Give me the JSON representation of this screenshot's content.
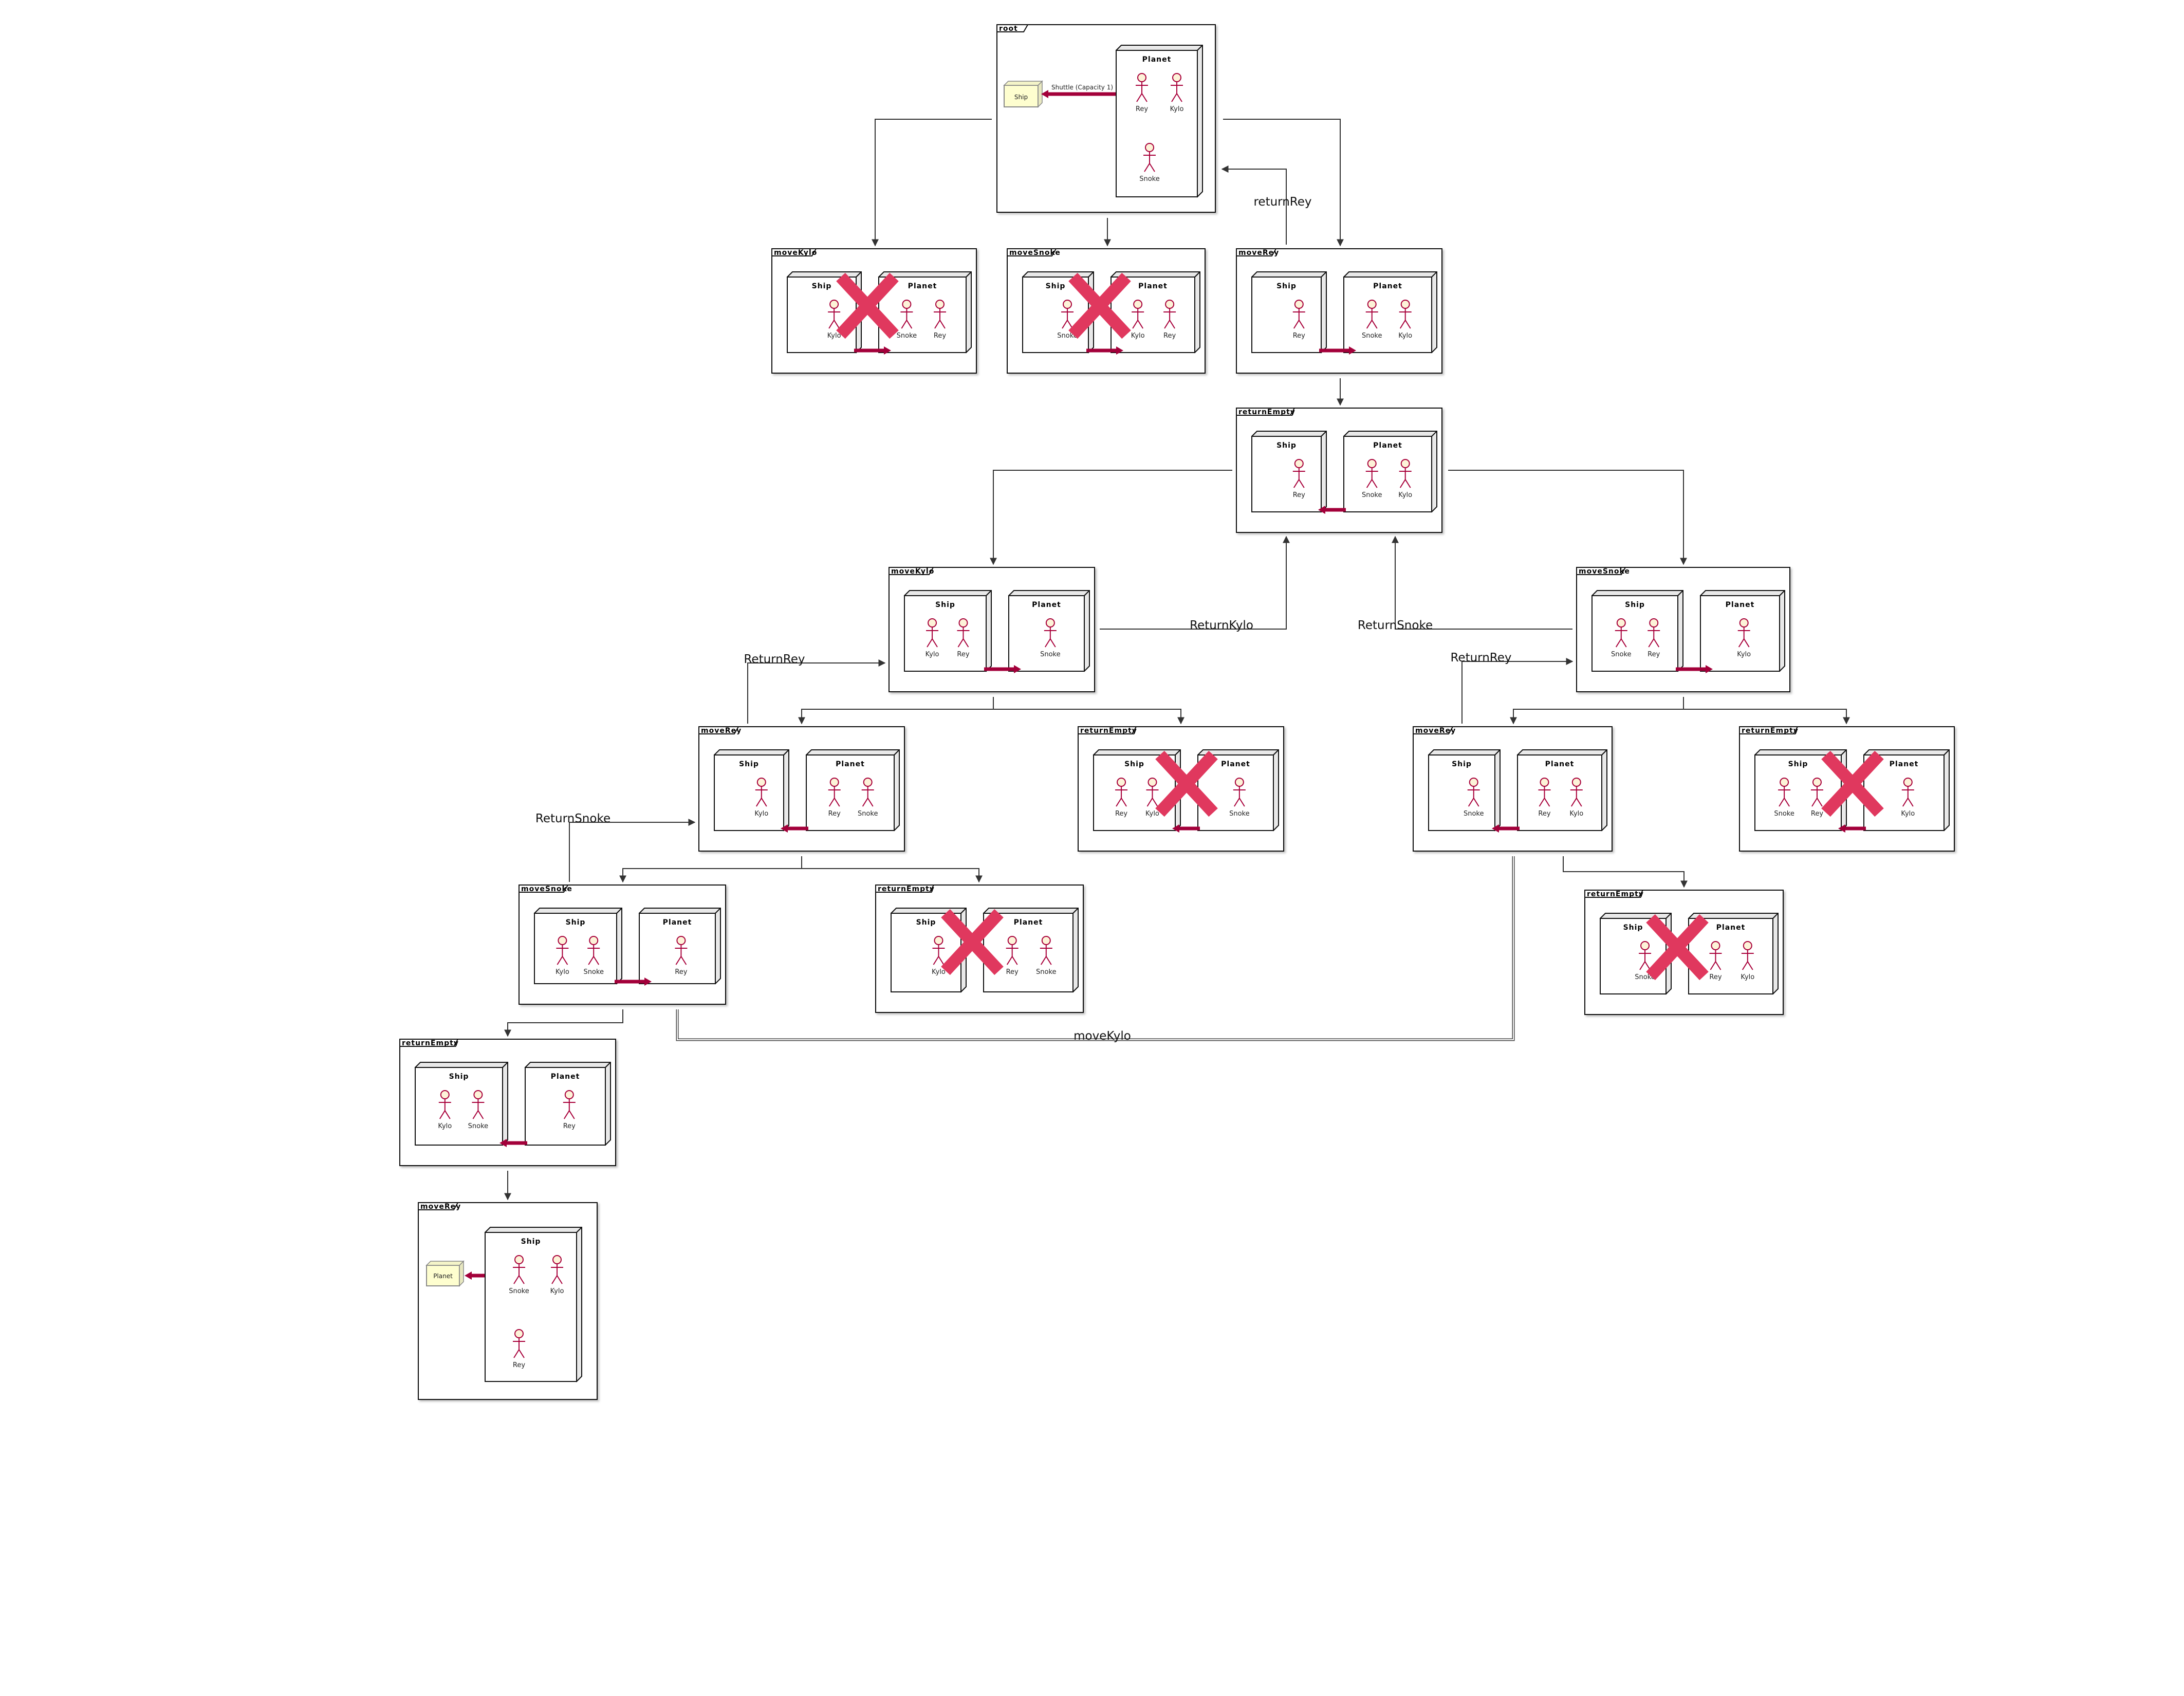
{
  "diagram": {
    "colors": {
      "frame_stroke": "#111111",
      "box_fill": "#ffffff",
      "box_depth": "#e9e9e9",
      "actor_head": "#fdf3d8",
      "actor_stroke": "#a8003a",
      "transfer_arrow": "#a3003a",
      "cross": "#e0385e",
      "edge": "#333333",
      "note_fill": "#fefecf"
    },
    "nodes": [
      {
        "id": "root",
        "title": "root",
        "special": "root",
        "ship_label": "Ship",
        "edge_label": "Shuttle (Capacity 1)",
        "planet_label": "Planet",
        "planet_actors": [
          "Rey",
          "Kylo",
          "Snoke"
        ]
      },
      {
        "id": "n1",
        "title": "moveKylo",
        "ship_label": "Ship",
        "planet_label": "Planet",
        "ship_actors": [
          "Kylo"
        ],
        "planet_actors": [
          "Snoke",
          "Rey"
        ],
        "dir": "right",
        "cross": true
      },
      {
        "id": "n2",
        "title": "moveSnoke",
        "ship_label": "Ship",
        "planet_label": "Planet",
        "ship_actors": [
          "Snoke"
        ],
        "planet_actors": [
          "Kylo",
          "Rey"
        ],
        "dir": "right",
        "cross": true
      },
      {
        "id": "n3",
        "title": "moveRey",
        "ship_label": "Ship",
        "planet_label": "Planet",
        "ship_actors": [
          "Rey"
        ],
        "planet_actors": [
          "Snoke",
          "Kylo"
        ],
        "dir": "right",
        "cross": false
      },
      {
        "id": "n4",
        "title": "returnEmpty",
        "ship_label": "Ship",
        "planet_label": "Planet",
        "ship_actors": [
          "Rey"
        ],
        "planet_actors": [
          "Snoke",
          "Kylo"
        ],
        "dir": "left",
        "cross": false
      },
      {
        "id": "n5",
        "title": "moveKylo",
        "ship_label": "Ship",
        "planet_label": "Planet",
        "ship_actors": [
          "Kylo",
          "Rey"
        ],
        "planet_actors": [
          "Snoke"
        ],
        "dir": "right",
        "cross": false
      },
      {
        "id": "n6",
        "title": "moveSnoke",
        "ship_label": "Ship",
        "planet_label": "Planet",
        "ship_actors": [
          "Snoke",
          "Rey"
        ],
        "planet_actors": [
          "Kylo"
        ],
        "dir": "right",
        "cross": false
      },
      {
        "id": "n7",
        "title": "moveRey",
        "ship_label": "Ship",
        "planet_label": "Planet",
        "ship_actors": [
          "Kylo"
        ],
        "planet_actors": [
          "Rey",
          "Snoke"
        ],
        "dir": "left",
        "cross": false
      },
      {
        "id": "n8",
        "title": "returnEmpty",
        "ship_label": "Ship",
        "planet_label": "Planet",
        "ship_actors": [
          "Rey",
          "Kylo"
        ],
        "planet_actors": [
          "Snoke"
        ],
        "dir": "left",
        "cross": true
      },
      {
        "id": "n9",
        "title": "moveRey",
        "ship_label": "Ship",
        "planet_label": "Planet",
        "ship_actors": [
          "Snoke"
        ],
        "planet_actors": [
          "Rey",
          "Kylo"
        ],
        "dir": "left",
        "cross": false
      },
      {
        "id": "n10",
        "title": "returnEmpty",
        "ship_label": "Ship",
        "planet_label": "Planet",
        "ship_actors": [
          "Snoke",
          "Rey"
        ],
        "planet_actors": [
          "Kylo"
        ],
        "dir": "left",
        "cross": true
      },
      {
        "id": "n11",
        "title": "moveSnoke",
        "ship_label": "Ship",
        "planet_label": "Planet",
        "ship_actors": [
          "Kylo",
          "Snoke"
        ],
        "planet_actors": [
          "Rey"
        ],
        "dir": "right",
        "cross": false
      },
      {
        "id": "n12",
        "title": "returnEmpty",
        "ship_label": "Ship",
        "planet_label": "Planet",
        "ship_actors": [
          "Kylo"
        ],
        "planet_actors": [
          "Rey",
          "Snoke"
        ],
        "dir": "none",
        "cross": true
      },
      {
        "id": "n13",
        "title": "returnEmpty",
        "ship_label": "Ship",
        "planet_label": "Planet",
        "ship_actors": [
          "Snoke"
        ],
        "planet_actors": [
          "Rey",
          "Kylo"
        ],
        "dir": "none",
        "cross": true
      },
      {
        "id": "n14",
        "title": "returnEmpty",
        "ship_label": "Ship",
        "planet_label": "Planet",
        "ship_actors": [
          "Kylo",
          "Snoke"
        ],
        "planet_actors": [
          "Rey"
        ],
        "dir": "left",
        "cross": false
      },
      {
        "id": "n15",
        "title": "moveRey",
        "special": "final",
        "note_label": "Planet",
        "ship_label": "Ship",
        "ship_actors": [
          "Snoke",
          "Kylo",
          "Rey"
        ]
      }
    ],
    "edge_labels": {
      "return_rey_top": "returnRey",
      "return_kylo": "ReturnKylo",
      "return_snoke_right": "ReturnSnoke",
      "return_rey_left": "ReturnRey",
      "return_rey_right": "ReturnRey",
      "return_snoke_left": "ReturnSnoke",
      "move_kylo_bottom": "moveKylo"
    }
  }
}
